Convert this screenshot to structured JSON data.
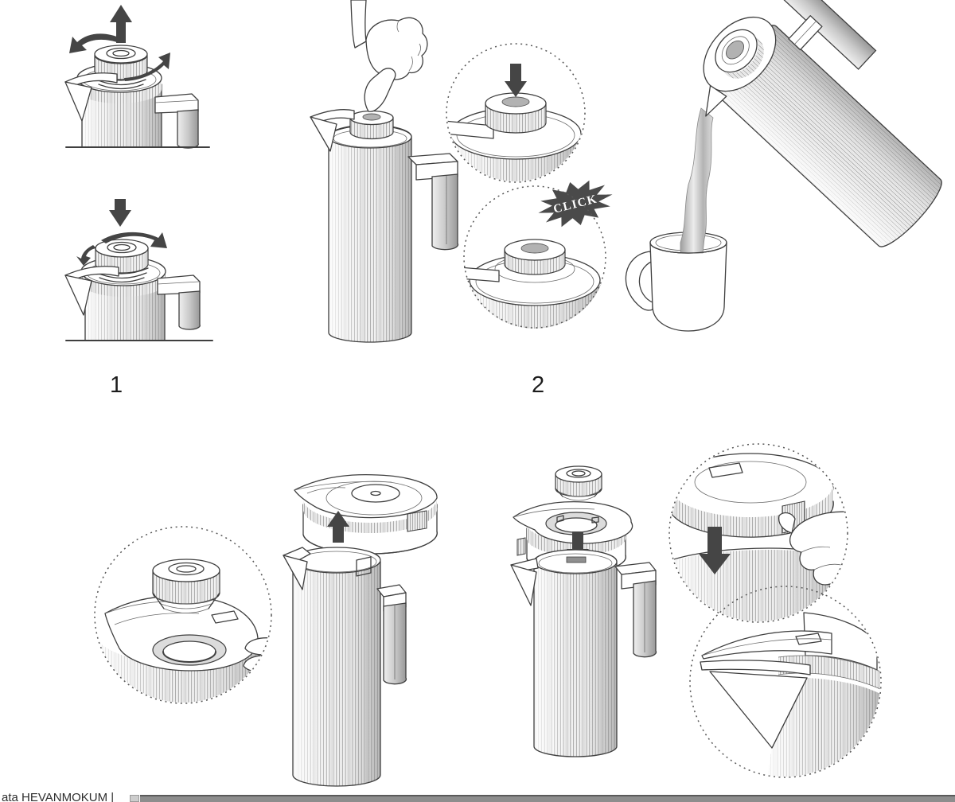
{
  "labels": {
    "step_1": "1",
    "step_2": "2",
    "click": "CLICK"
  },
  "status_bar": {
    "partial_text": "ata  HEVANMOKUM  |"
  },
  "colors": {
    "paper": "#ffffff",
    "ink": "#3f3f3f",
    "arrow_fill": "#454545",
    "burst_fill": "#4a4a4a",
    "burst_text": "#ffffff",
    "scrollbar_thumb": "#8d8d8d"
  },
  "icons": [
    "arrow-up-icon",
    "arrow-down-icon",
    "rotate-open-arrow-icon",
    "rotate-close-arrow-icon",
    "press-down-arrow-icon",
    "click-burst-icon",
    "dotted-callout-circle",
    "pointing-hand-icon"
  ]
}
